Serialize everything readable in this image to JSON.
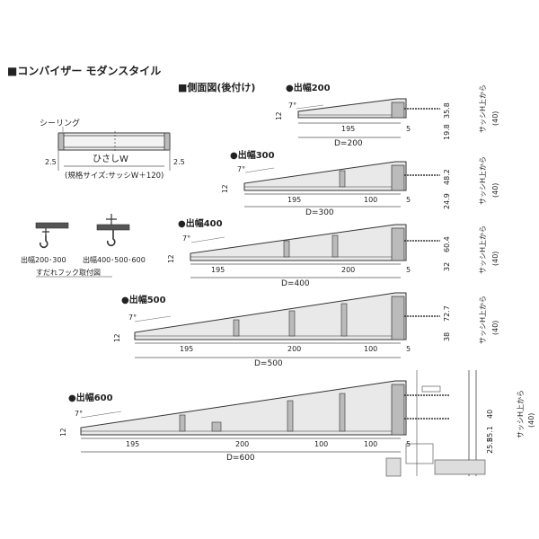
{
  "header": {
    "title": "■コンバイザー モダンスタイル",
    "side_title": "■側面図(後付け)"
  },
  "top_view": {
    "sealing_label": "シーリング",
    "width_label": "ひさしW",
    "spec_label": "(規格サイズ:サッシW＋120)",
    "left_offset": "2.5",
    "right_offset": "2.5"
  },
  "hooks": {
    "label_a": "出幅200･300",
    "label_b": "出幅400･500･600",
    "caption": "すだれフック取付図"
  },
  "profiles": [
    {
      "title": "●出幅200",
      "angle": "7°",
      "thickness": "12",
      "segments": [
        "195"
      ],
      "end_gap": "5",
      "depth": "D=200",
      "rise": "35.8",
      "low": "19.8",
      "sash_label": "サッシH上から",
      "sash_value": "(40)"
    },
    {
      "title": "●出幅300",
      "angle": "7°",
      "thickness": "12",
      "segments": [
        "195",
        "100"
      ],
      "end_gap": "5",
      "depth": "D=300",
      "rise": "48.2",
      "low": "24.9",
      "sash_label": "サッシH上から",
      "sash_value": "(40)"
    },
    {
      "title": "●出幅400",
      "angle": "7°",
      "thickness": "12",
      "segments": [
        "195",
        "200"
      ],
      "end_gap": "5",
      "depth": "D=400",
      "rise": "60.4",
      "low": "32",
      "sash_label": "サッシH上から",
      "sash_value": "(40)"
    },
    {
      "title": "●出幅500",
      "angle": "7°",
      "thickness": "12",
      "segments": [
        "195",
        "200",
        "100"
      ],
      "end_gap": "5",
      "depth": "D=500",
      "rise": "72.7",
      "low": "38",
      "sash_label": "サッシH上から",
      "sash_value": "(40)"
    },
    {
      "title": "●出幅600",
      "angle": "7°",
      "thickness": "12",
      "segments": [
        "195",
        "200",
        "100",
        "100"
      ],
      "end_gap": "5",
      "depth": "D=600",
      "rise": "85.1",
      "low": "25.5",
      "mid": "40",
      "sash_label": "サッシH上から",
      "sash_value": "(40)"
    }
  ]
}
